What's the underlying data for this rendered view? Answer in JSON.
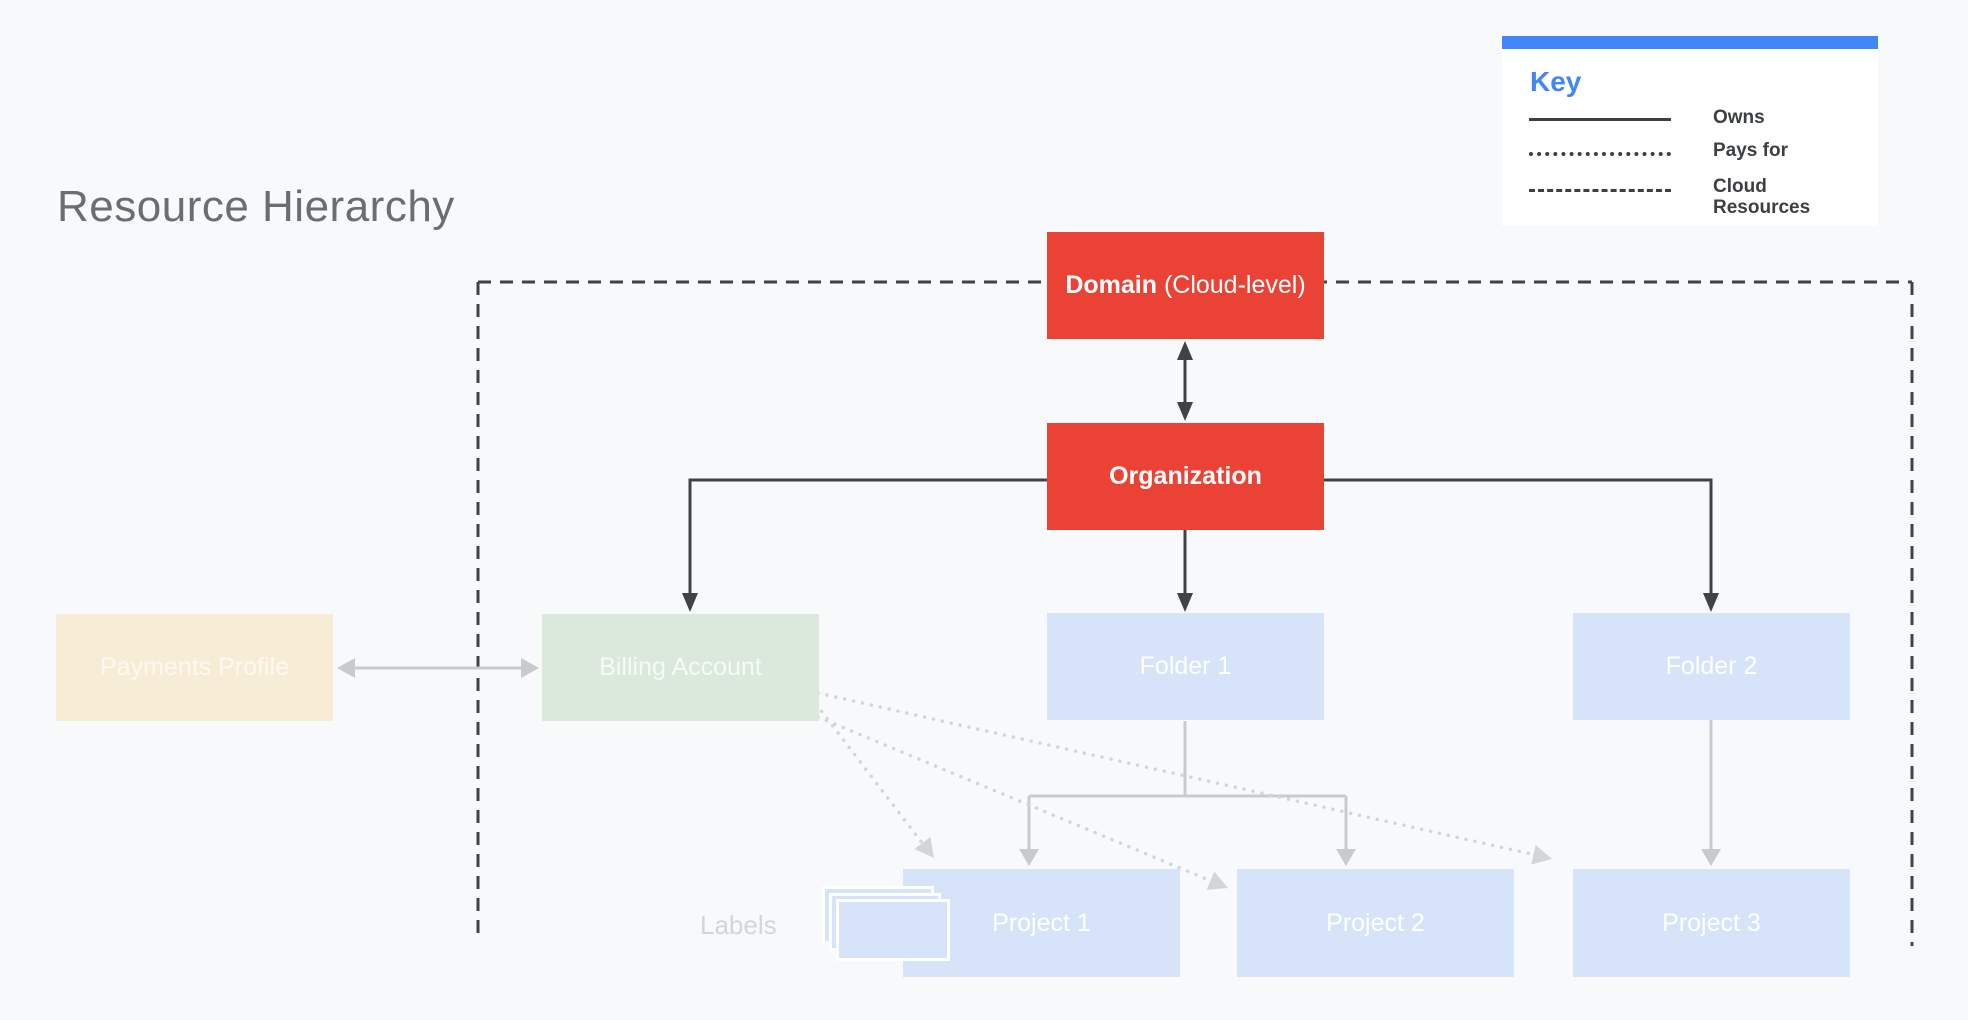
{
  "title": "Resource Hierarchy",
  "key": {
    "title": "Key",
    "items": [
      {
        "line_style": "solid",
        "label": "Owns"
      },
      {
        "line_style": "dotted",
        "label": "Pays for"
      },
      {
        "line_style": "dashed",
        "label": "Cloud Resources"
      }
    ]
  },
  "nodes": {
    "domain": {
      "label_bold": "Domain",
      "label_rest": " (Cloud-level)"
    },
    "organization": {
      "label": "Organization"
    },
    "payments_profile": {
      "label": "Payments Profile"
    },
    "billing_account": {
      "label": "Billing Account"
    },
    "folder1": {
      "label": "Folder 1"
    },
    "folder2": {
      "label": "Folder 2"
    },
    "project1": {
      "label": "Project 1"
    },
    "project2": {
      "label": "Project 2"
    },
    "project3": {
      "label": "Project 3"
    }
  },
  "annotations": {
    "labels": "Labels"
  },
  "colors": {
    "background": "#F8F9FA",
    "red_node": "#EA4335",
    "blue_node": "#D7E3F9",
    "green_node": "#DAE9DB",
    "tan_node": "#F7EDD6",
    "key_accent_blue": "#4285F4",
    "dark_line": "#3F4246",
    "gray_line": "#C8CBCE",
    "dotted_line": "#D2D5D9",
    "title_gray": "#6A6D71",
    "labels_text_gray": "#D2D5DA"
  }
}
